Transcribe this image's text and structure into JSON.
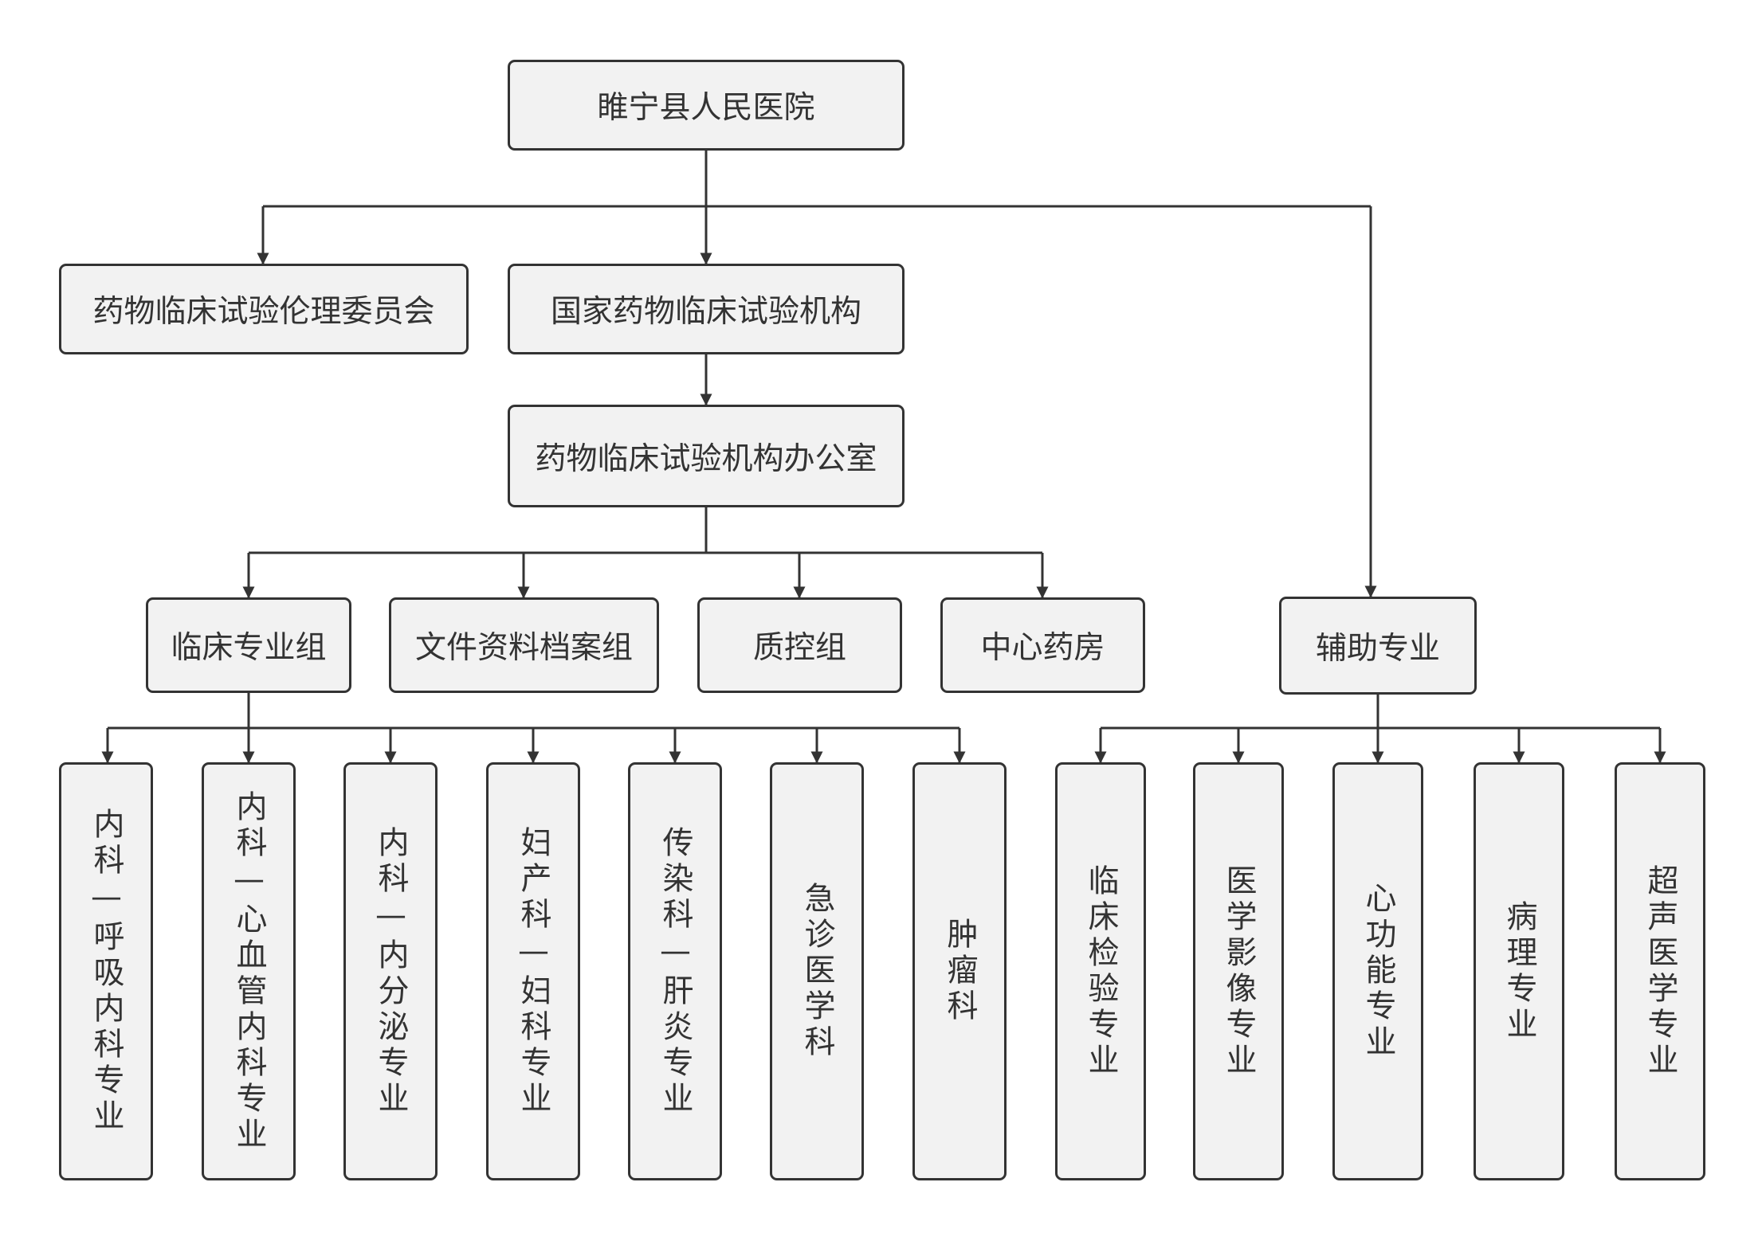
{
  "colors": {
    "node_fill": "#f2f2f2",
    "stroke": "#333333",
    "text": "#333333"
  },
  "nodes": {
    "root": "睢宁县人民医院",
    "ethics": "药物临床试验伦理委员会",
    "institution": "国家药物临床试验机构",
    "office": "药物临床试验机构办公室",
    "clinical_group": "临床专业组",
    "archive_group": "文件资料档案组",
    "qc_group": "质控组",
    "pharmacy": "中心药房",
    "auxiliary": "辅助专业",
    "resp": "内科—呼吸内科专业",
    "cardio": "内科—心血管内科专业",
    "endo": "内科—内分泌专业",
    "obgyn": "妇产科—妇科专业",
    "infect": "传染科—肝炎专业",
    "emerg": "急诊医学科",
    "onco": "肿瘤科",
    "lab": "临床检验专业",
    "imaging": "医学影像专业",
    "cardiac_func": "心功能专业",
    "pathology": "病理专业",
    "ultrasound": "超声医学专业"
  }
}
